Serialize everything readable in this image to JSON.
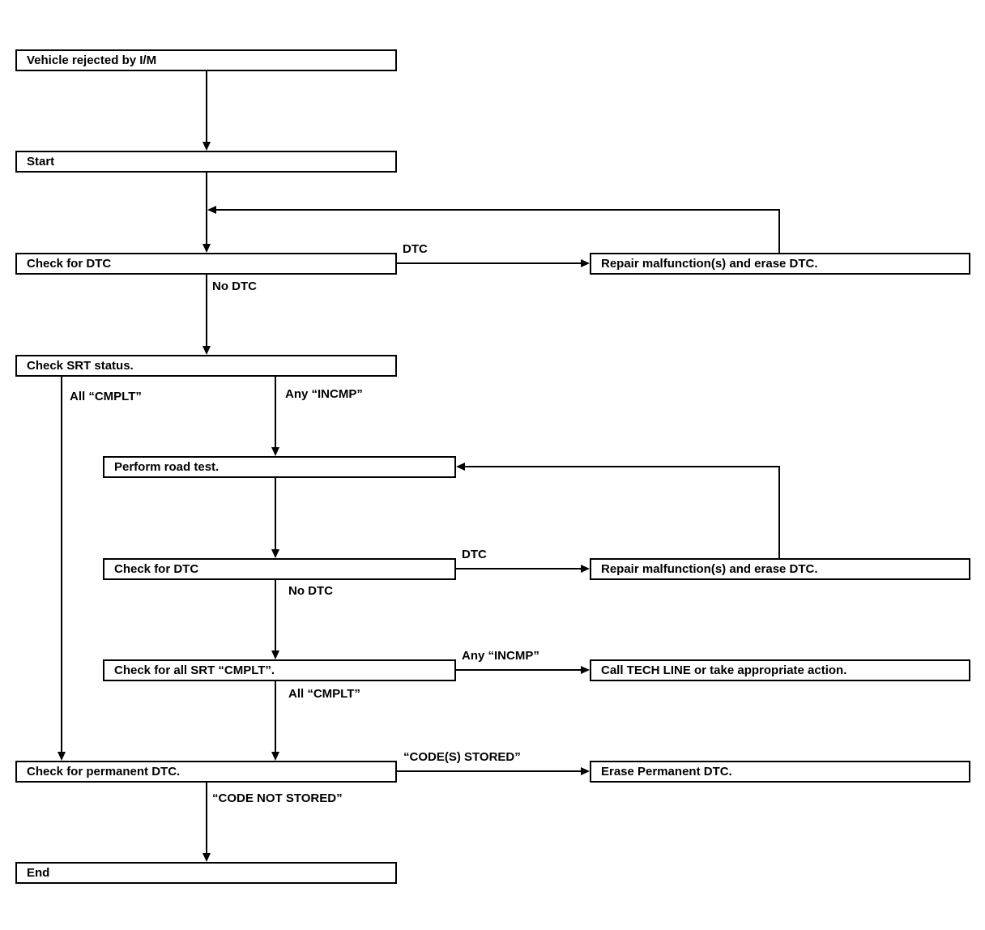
{
  "diagram": {
    "type": "flowchart",
    "colors": {
      "line": "#000000",
      "background": "#ffffff",
      "box_fill": "#ffffff",
      "text": "#000000"
    },
    "nodes": {
      "vehicle_rejected": {
        "label": "Vehicle rejected by I/M"
      },
      "start": {
        "label": "Start"
      },
      "check_dtc_1": {
        "label": "Check for DTC"
      },
      "repair_1": {
        "label": "Repair malfunction(s) and erase DTC."
      },
      "check_srt": {
        "label": "Check SRT status."
      },
      "road_test": {
        "label": "Perform road test."
      },
      "check_dtc_2": {
        "label": "Check for DTC"
      },
      "repair_2": {
        "label": "Repair malfunction(s) and erase DTC."
      },
      "check_all_srt": {
        "label": "Check for all SRT “CMPLT”."
      },
      "call_tech_line": {
        "label": "Call TECH LINE or take appropriate action."
      },
      "check_permanent": {
        "label": "Check for permanent DTC."
      },
      "erase_permanent": {
        "label": "Erase Permanent DTC."
      },
      "end": {
        "label": "End"
      }
    },
    "edges": [
      {
        "from": "vehicle_rejected",
        "to": "start",
        "label": ""
      },
      {
        "from": "start",
        "to": "check_dtc_1",
        "label": ""
      },
      {
        "from": "check_dtc_1",
        "to": "repair_1",
        "label": "DTC"
      },
      {
        "from": "repair_1",
        "to": "check_dtc_1",
        "label": ""
      },
      {
        "from": "check_dtc_1",
        "to": "check_srt",
        "label": "No DTC"
      },
      {
        "from": "check_srt",
        "to": "check_permanent",
        "label": "All “CMPLT”"
      },
      {
        "from": "check_srt",
        "to": "road_test",
        "label": "Any “INCMP”"
      },
      {
        "from": "road_test",
        "to": "check_dtc_2",
        "label": ""
      },
      {
        "from": "check_dtc_2",
        "to": "repair_2",
        "label": "DTC"
      },
      {
        "from": "repair_2",
        "to": "road_test",
        "label": ""
      },
      {
        "from": "check_dtc_2",
        "to": "check_all_srt",
        "label": "No DTC"
      },
      {
        "from": "check_all_srt",
        "to": "call_tech_line",
        "label": "Any “INCMP”"
      },
      {
        "from": "check_all_srt",
        "to": "check_permanent",
        "label": "All “CMPLT”"
      },
      {
        "from": "check_permanent",
        "to": "erase_permanent",
        "label": "“CODE(S) STORED”"
      },
      {
        "from": "check_permanent",
        "to": "end",
        "label": "“CODE NOT STORED”"
      }
    ]
  }
}
